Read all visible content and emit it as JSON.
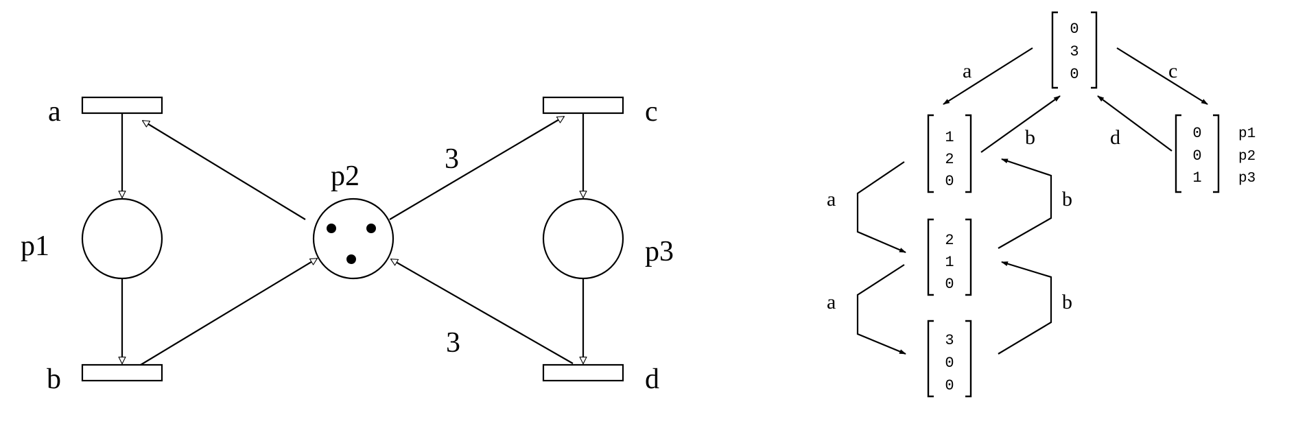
{
  "petri_net": {
    "transitions": {
      "a": "a",
      "b": "b",
      "c": "c",
      "d": "d"
    },
    "places": {
      "p1": "p1",
      "p2": "p2",
      "p3": "p3"
    },
    "p2_tokens": 3,
    "arc_weights": {
      "p2_to_c": "3",
      "d_to_p2": "3"
    }
  },
  "reachability_graph": {
    "root": [
      "0",
      "3",
      "0"
    ],
    "left1": [
      "1",
      "2",
      "0"
    ],
    "left2": [
      "2",
      "1",
      "0"
    ],
    "left3": [
      "3",
      "0",
      "0"
    ],
    "right1": [
      "0",
      "0",
      "1"
    ],
    "place_labels": [
      "p1",
      "p2",
      "p3"
    ],
    "edges": {
      "root_to_left1": "a",
      "left1_to_root": "b",
      "root_to_right1": "c",
      "right1_to_root": "d",
      "left1_to_left2": "a",
      "left2_to_left1": "b",
      "left2_to_left3": "a",
      "left3_to_left2": "b"
    }
  }
}
